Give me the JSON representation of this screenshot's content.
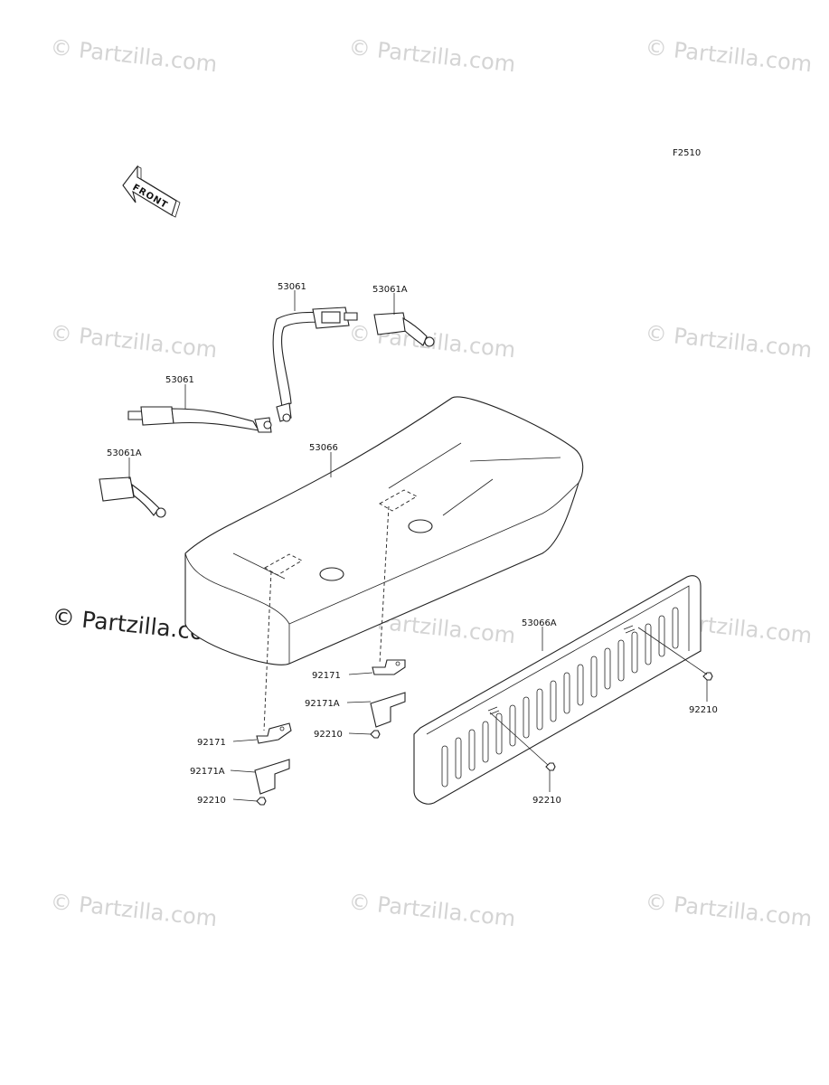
{
  "figure_code": "F2510",
  "front_label": "FRONT",
  "watermark": {
    "small_text": "© Partzilla.com",
    "large_text": "© Partzilla.com"
  },
  "part_labels": {
    "belt_upper": "53061",
    "buckle_upper": "53061A",
    "belt_lower": "53061",
    "buckle_lower": "53061A",
    "seat": "53066",
    "backrest": "53066A",
    "bracket_center": "92171",
    "bracket_center_a": "92171A",
    "nut_center": "92210",
    "bracket_left": "92171",
    "bracket_left_a": "92171A",
    "nut_left": "92210",
    "nut_back_right": "92210",
    "nut_back_center": "92210"
  },
  "colors": {
    "line": "#222222",
    "watermark": "#d4d4d4",
    "background": "#ffffff"
  }
}
